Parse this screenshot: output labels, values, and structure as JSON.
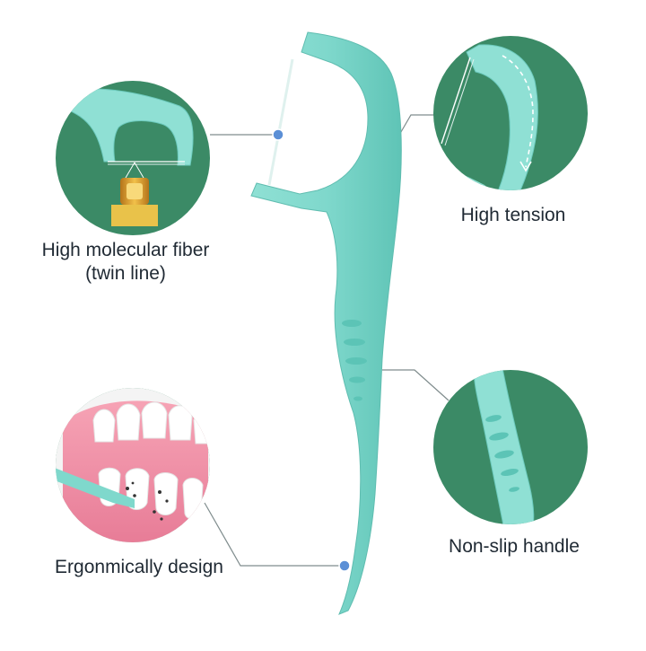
{
  "colors": {
    "background": "#ffffff",
    "circle_fill": "#3b8a66",
    "pick_body": "#7fd8cc",
    "pick_shade": "#5cc4b6",
    "floss_line": "#e8f4f2",
    "connector": "#7f8c8d",
    "dot": "#5b8fd6",
    "label_text": "#1f2933"
  },
  "features": [
    {
      "id": "fiber",
      "label_line1": "High molecular fiber",
      "label_line2": "(twin line)",
      "icon": "magnified-floss-thread-icon"
    },
    {
      "id": "tension",
      "label_line1": "High tension",
      "icon": "magnified-floss-head-icon"
    },
    {
      "id": "ergonomic",
      "label_line1": "Ergonmically design",
      "icon": "teeth-cleaning-icon"
    },
    {
      "id": "handle",
      "label_line1": "Non-slip handle",
      "icon": "grip-ridges-icon"
    }
  ]
}
